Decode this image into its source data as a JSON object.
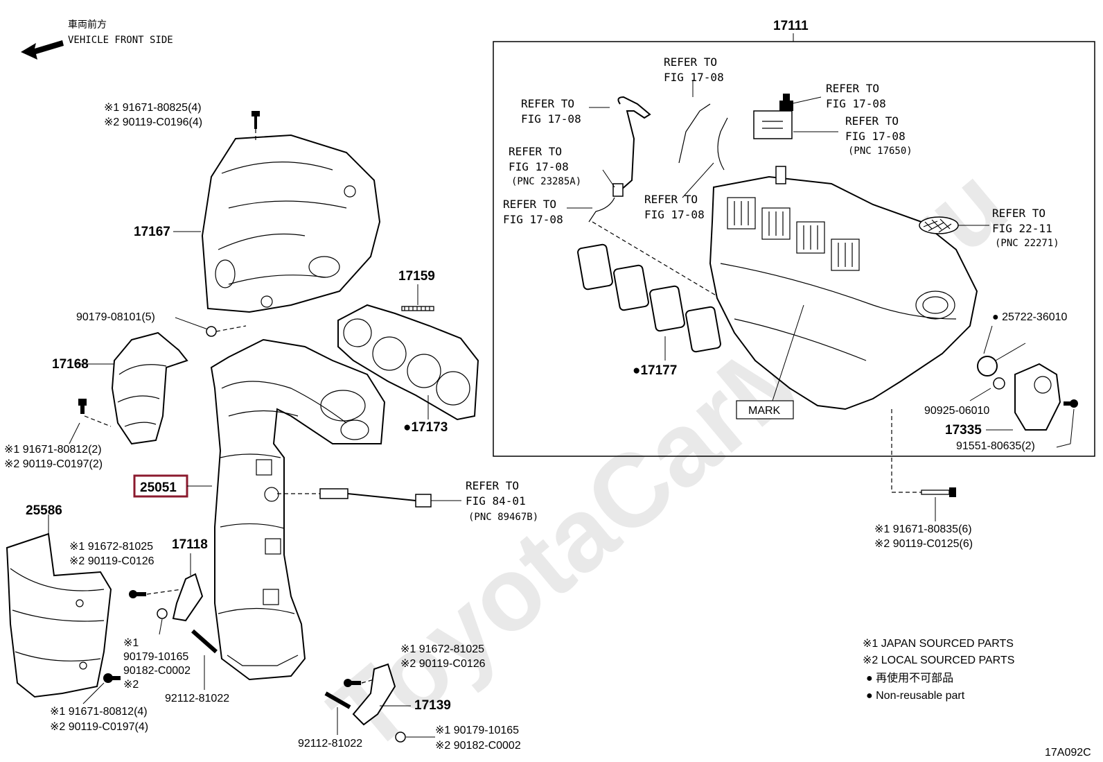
{
  "orientation": {
    "jp": "車両前方",
    "en": "VEHICLE FRONT SIDE"
  },
  "watermark": "ToyotaCarMile.ru",
  "box_label": "17111",
  "diagram_code": "17A092C",
  "highlight_color": "#8b1a2e",
  "parts": {
    "p17167": "17167",
    "p17159": "17159",
    "p17168": "17168",
    "p17173": "●17173",
    "p25051": "25051",
    "p25586": "25586",
    "p17118": "17118",
    "p17139": "17139",
    "p17177": "●17177",
    "p17335": "17335",
    "p25722": "● 25722-36010"
  },
  "part_numbers": {
    "bolt_top_1": "※1 91671-80825(4)",
    "bolt_top_2": "※2 90119-C0196(4)",
    "nut_90179": "90179-08101(5)",
    "left_bolt_1": "※1 91671-80812(2)",
    "left_bolt_2": "※2 90119-C0197(2)",
    "b17118_1": "※1 91672-81025",
    "b17118_2": "※2 90119-C0126",
    "nut_a1": "※1",
    "nut_a2": "90179-10165",
    "nut_a3": "90182-C0002",
    "nut_a4": "※2",
    "stud_92112_a": "92112-81022",
    "bottom_bolt_1": "※1 91671-80812(4)",
    "bottom_bolt_2": "※2 90119-C0197(4)",
    "b17139_1": "※1 91672-81025",
    "b17139_2": "※2 90119-C0126",
    "stud_92112_b": "92112-81022",
    "nut_b1": "※1 90179-10165",
    "nut_b2": "※2 90182-C0002",
    "oring": "90925-06010",
    "bolt_91551": "91551-80635(2)",
    "manifold_bolt_1": "※1 91671-80835(6)",
    "manifold_bolt_2": "※2 90119-C0125(6)",
    "mark": "MARK"
  },
  "refers": {
    "r1_a": "REFER TO",
    "r1_b": "FIG 17-08",
    "r2_a": "REFER TO",
    "r2_b": "FIG 17-08",
    "r3_a": "REFER TO",
    "r3_b": "FIG 17-08",
    "r3_c": "(PNC 23285A)",
    "r4_a": "REFER TO",
    "r4_b": "FIG 17-08",
    "r5_a": "REFER TO",
    "r5_b": "FIG 17-08",
    "r6_a": "REFER TO",
    "r6_b": "FIG 17-08",
    "r7_a": "REFER TO",
    "r7_b": "FIG 17-08",
    "r7_c": "(PNC 17650)",
    "r8_a": "REFER TO",
    "r8_b": "FIG 22-11",
    "r8_c": "(PNC 22271)",
    "r9_a": "REFER TO",
    "r9_b": "FIG 84-01",
    "r9_c": "(PNC 89467B)"
  },
  "legend": {
    "l1": "※1 JAPAN SOURCED PARTS",
    "l2": "※2 LOCAL SOURCED PARTS",
    "l3": "● 再使用不可部品",
    "l4": "● Non-reusable part"
  }
}
